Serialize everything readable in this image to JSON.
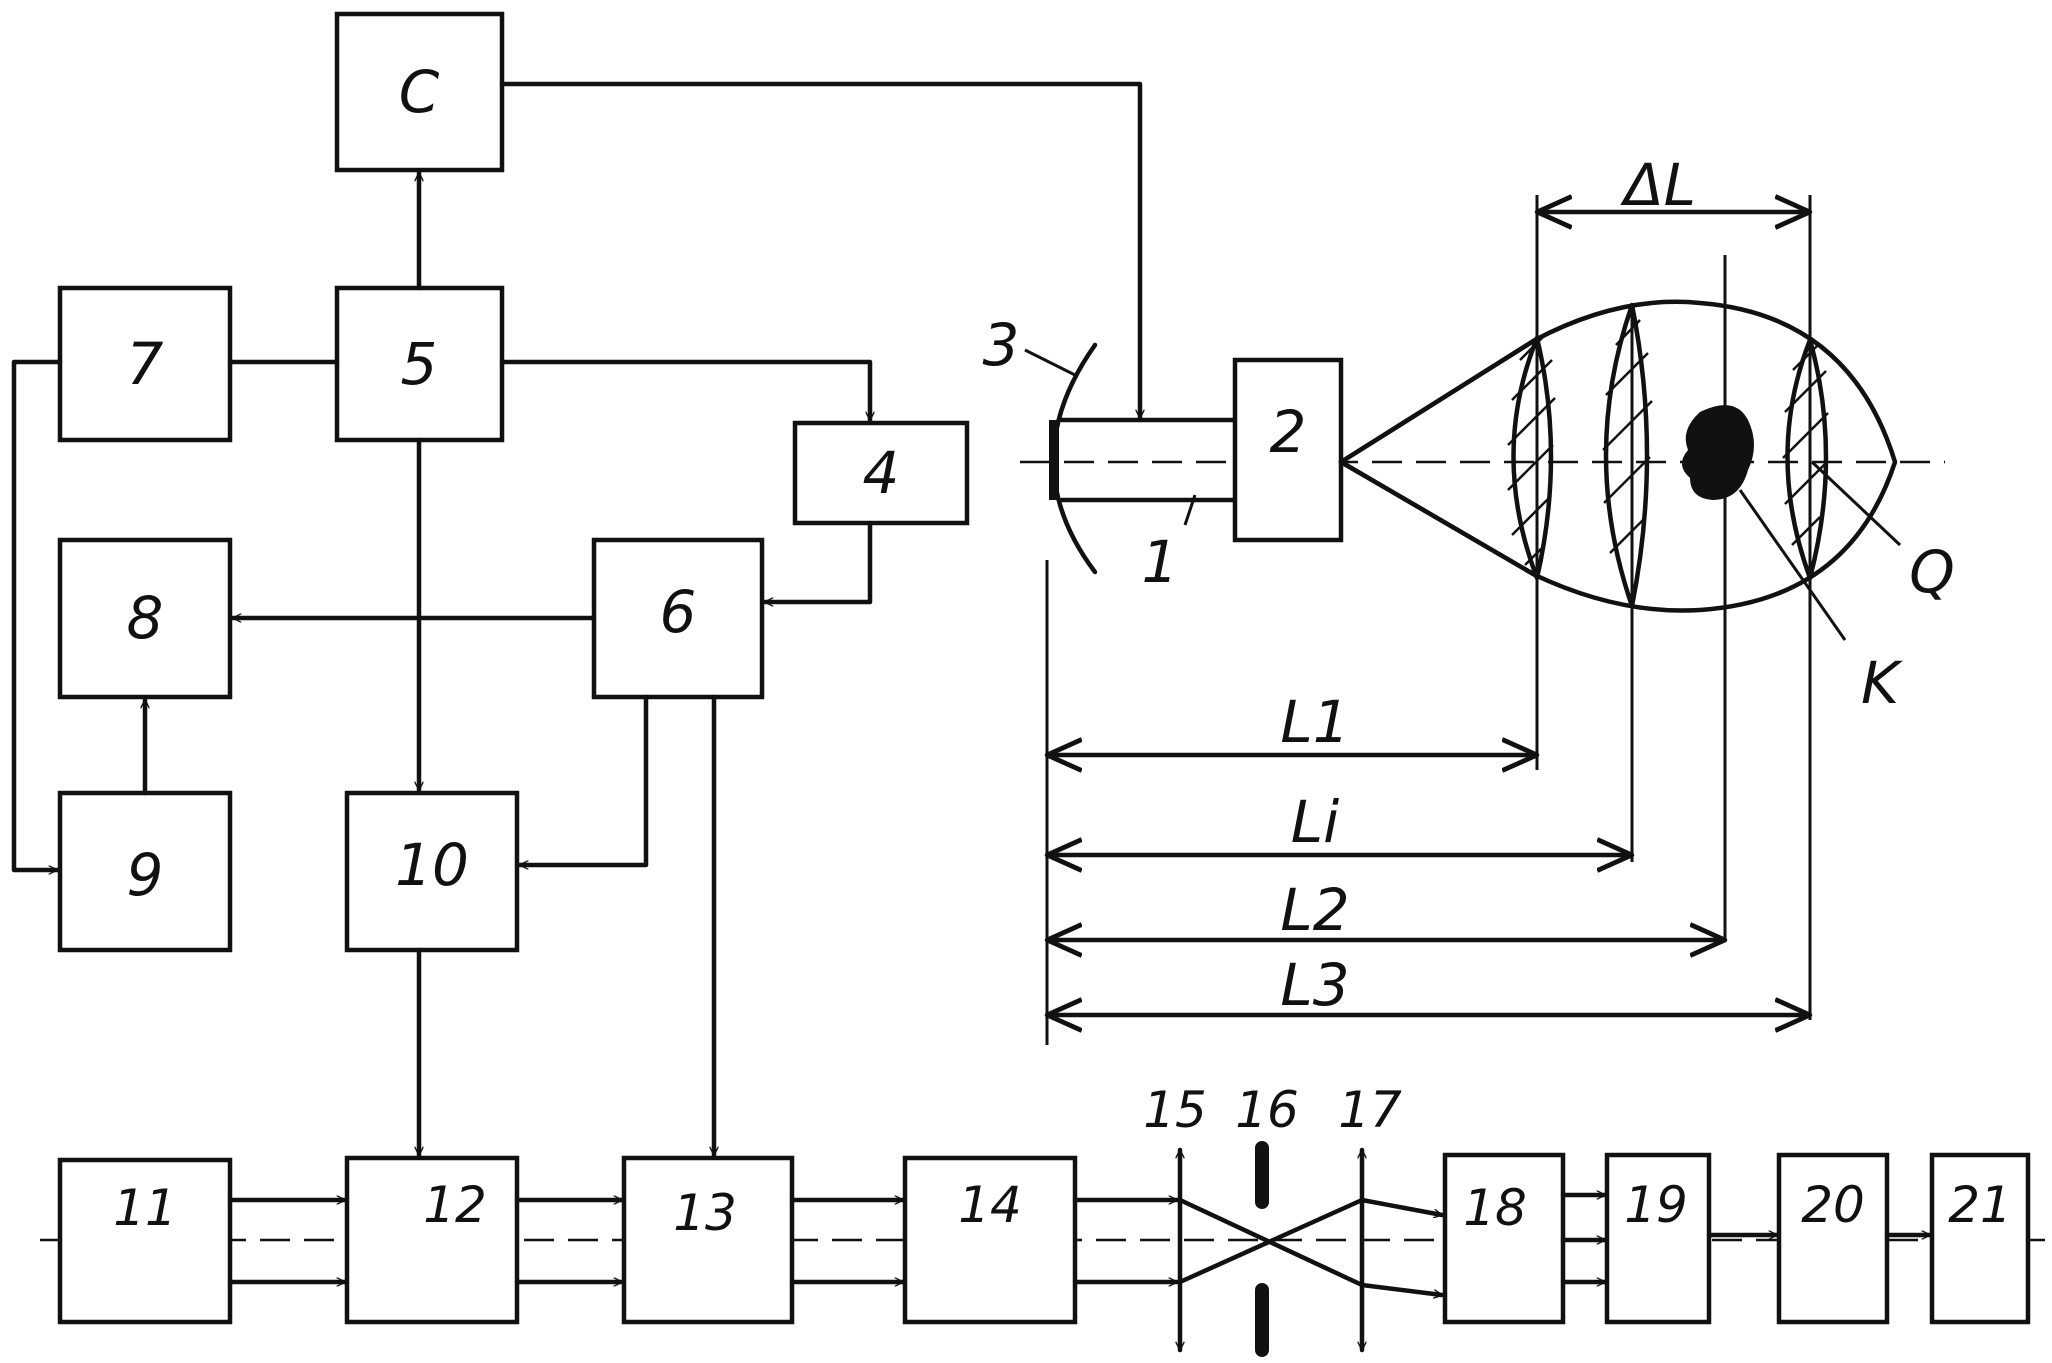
{
  "blocks": {
    "c": "C",
    "b1": "1",
    "b2": "2",
    "b3": "3",
    "b4": "4",
    "b5": "5",
    "b6": "6",
    "b7": "7",
    "b8": "8",
    "b9": "9",
    "b10": "10",
    "b11": "11",
    "b12": "12",
    "b13": "13",
    "b14": "14",
    "b15": "15",
    "b16": "16",
    "b17": "17",
    "b18": "18",
    "b19": "19",
    "b20": "20",
    "b21": "21"
  },
  "labels": {
    "delta_l": "ΔL",
    "l1": "L1",
    "li": "Li",
    "l2": "L2",
    "l3": "L3",
    "q": "Q",
    "k": "K"
  }
}
